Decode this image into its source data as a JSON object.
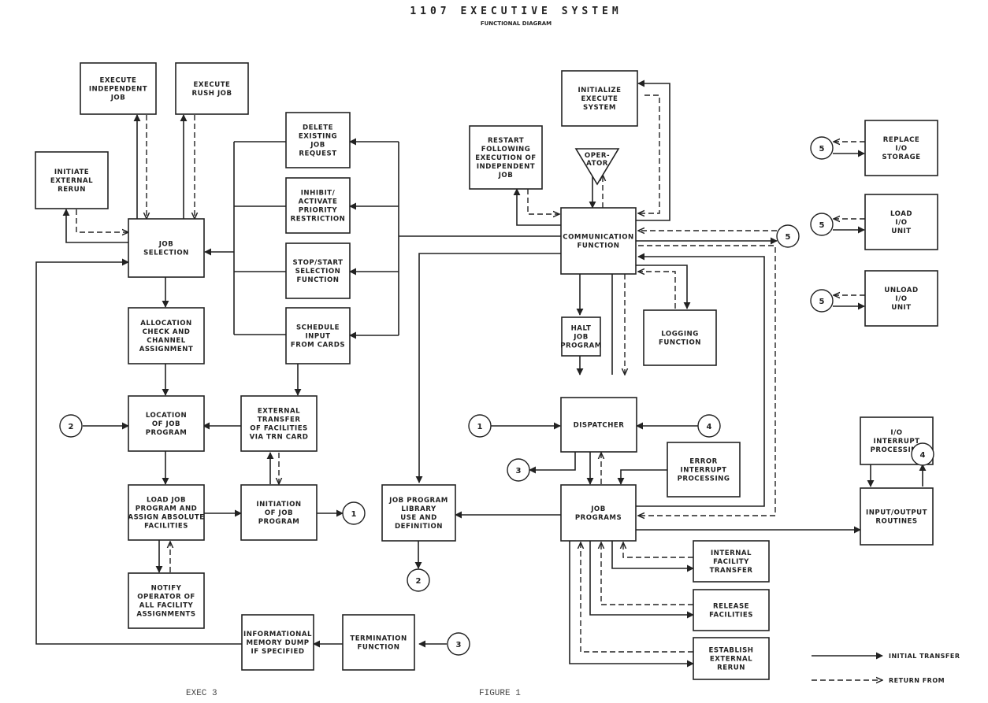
{
  "title": "1107 EXECUTIVE SYSTEM",
  "subtitle": "FUNCTIONAL DIAGRAM",
  "footer_left": "EXEC 3",
  "footer_center": "FIGURE 1",
  "legend": {
    "solid": "INITIAL TRANSFER",
    "dashed": "RETURN FROM"
  },
  "boxes": {
    "execute_independent_job": [
      "EXECUTE",
      "INDEPENDENT",
      "JOB"
    ],
    "execute_rush_job": [
      "EXECUTE",
      "RUSH JOB"
    ],
    "initiate_external_rerun": [
      "INITIATE",
      "EXTERNAL",
      "RERUN"
    ],
    "job_selection": [
      "JOB",
      "SELECTION"
    ],
    "delete_existing_job_request": [
      "DELETE",
      "EXISTING",
      "JOB",
      "REQUEST"
    ],
    "inhibit_activate_priority": [
      "INHIBIT/",
      "ACTIVATE",
      "PRIORITY",
      "RESTRICTION"
    ],
    "stop_start_selection": [
      "STOP/START",
      "SELECTION",
      "FUNCTION"
    ],
    "schedule_input_from_cards": [
      "SCHEDULE",
      "INPUT",
      "FROM CARDS"
    ],
    "allocation_check": [
      "ALLOCATION",
      "CHECK AND",
      "CHANNEL",
      "ASSIGNMENT"
    ],
    "location_of_job_program": [
      "LOCATION",
      "OF JOB",
      "PROGRAM"
    ],
    "external_transfer": [
      "EXTERNAL",
      "TRANSFER",
      "OF FACILITIES",
      "VIA TRN CARD"
    ],
    "load_job_program": [
      "LOAD JOB",
      "PROGRAM AND",
      "ASSIGN ABSOLUTE",
      "FACILITIES"
    ],
    "initiation_of_job_program": [
      "INITIATION",
      "OF JOB",
      "PROGRAM"
    ],
    "notify_operator": [
      "NOTIFY",
      "OPERATOR OF",
      "ALL FACILITY",
      "ASSIGNMENTS"
    ],
    "informational_memory_dump": [
      "INFORMATIONAL",
      "MEMORY DUMP",
      "IF SPECIFIED"
    ],
    "termination_function": [
      "TERMINATION",
      "FUNCTION"
    ],
    "initialize_execute_system": [
      "INITIALIZE",
      "EXECUTE",
      "SYSTEM"
    ],
    "restart_following": [
      "RESTART",
      "FOLLOWING",
      "EXECUTION OF",
      "INDEPENDENT",
      "JOB"
    ],
    "operator": [
      "OPER-",
      "ATOR"
    ],
    "communication_function": [
      "COMMUNICATION",
      "FUNCTION"
    ],
    "halt_job_program": [
      "HALT",
      "JOB",
      "PROGRAM"
    ],
    "logging_function": [
      "LOGGING",
      "FUNCTION"
    ],
    "dispatcher": [
      "DISPATCHER"
    ],
    "error_interrupt": [
      "ERROR",
      "INTERRUPT",
      "PROCESSING"
    ],
    "job_programs": [
      "JOB",
      "PROGRAMS"
    ],
    "job_program_library": [
      "JOB PROGRAM",
      "LIBRARY",
      "USE AND",
      "DEFINITION"
    ],
    "internal_facility_transfer": [
      "INTERNAL",
      "FACILITY",
      "TRANSFER"
    ],
    "release_facilities": [
      "RELEASE",
      "FACILITIES"
    ],
    "establish_external_rerun": [
      "ESTABLISH",
      "EXTERNAL",
      "RERUN"
    ],
    "replace_io_storage": [
      "REPLACE",
      "I/O",
      "STORAGE"
    ],
    "load_io_unit": [
      "LOAD",
      "I/O",
      "UNIT"
    ],
    "unload_io_unit": [
      "UNLOAD",
      "I/O",
      "UNIT"
    ],
    "io_interrupt": [
      "I/O",
      "INTERRUPT",
      "PROCESSING"
    ],
    "input_output_routines": [
      "INPUT/OUTPUT",
      "ROUTINES"
    ]
  },
  "connectors": {
    "c1": "1",
    "c2": "2",
    "c3": "3",
    "c4": "4",
    "c5": "5"
  }
}
